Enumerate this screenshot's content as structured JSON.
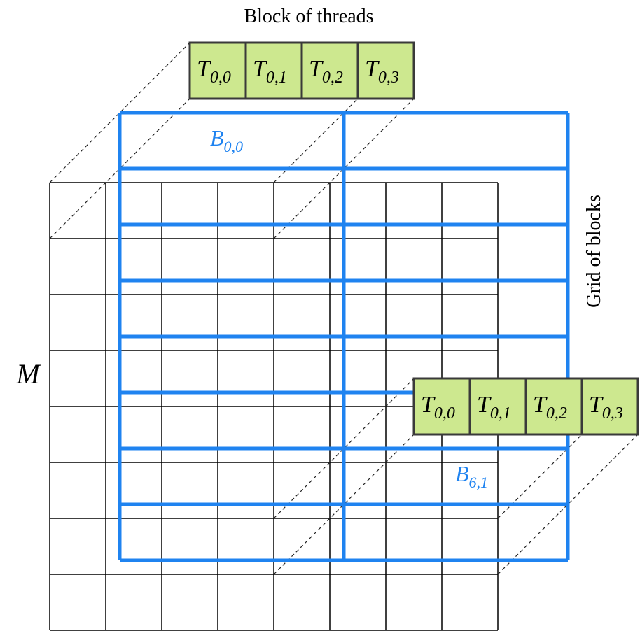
{
  "title": "Block of threads",
  "side_label": "Grid of blocks",
  "matrix_label": "M",
  "threads_top": [
    {
      "main": "T",
      "sub": "0,0"
    },
    {
      "main": "T",
      "sub": "0,1"
    },
    {
      "main": "T",
      "sub": "0,2"
    },
    {
      "main": "T",
      "sub": "0,3"
    }
  ],
  "threads_right": [
    {
      "main": "T",
      "sub": "0,0"
    },
    {
      "main": "T",
      "sub": "0,1"
    },
    {
      "main": "T",
      "sub": "0,2"
    },
    {
      "main": "T",
      "sub": "0,3"
    }
  ],
  "block_labels": [
    {
      "main": "B",
      "sub": "0,0"
    },
    {
      "main": "B",
      "sub": "6,1"
    }
  ],
  "matrix": {
    "rows": 8,
    "cols": 8
  },
  "block_grid": {
    "rows": 8,
    "cols": 2
  },
  "colors": {
    "block_blue": "#1f83f0",
    "thread_fill": "#cde88f",
    "thread_border": "#3a3a3a",
    "grid": "#000000"
  }
}
